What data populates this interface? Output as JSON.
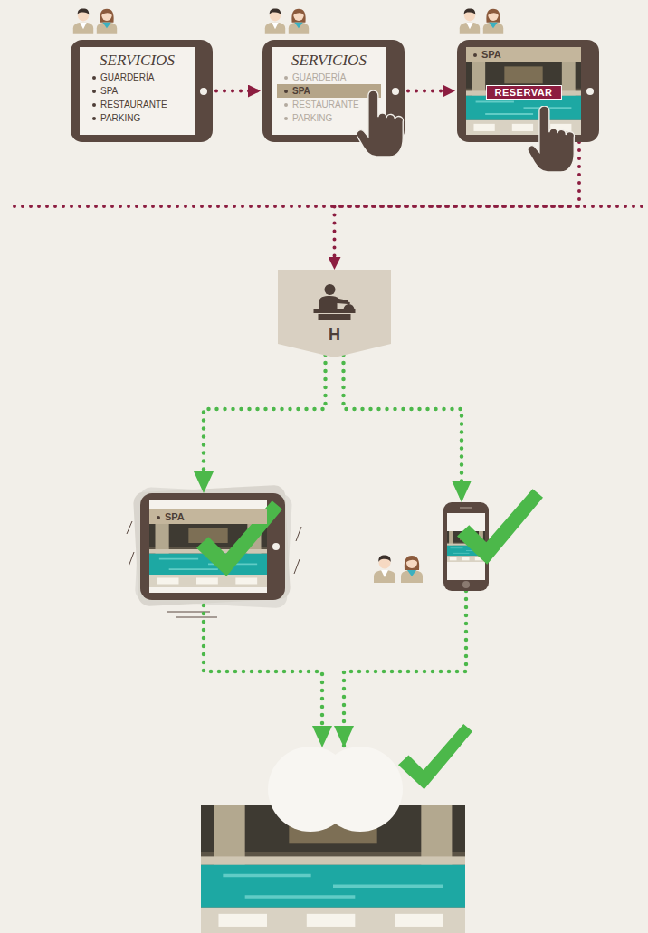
{
  "diagram": {
    "nodes": [
      {
        "text": [
          "SERVICIOS",
          "GUARDERÍA",
          "SPA",
          "RESTAURANTE",
          "PARKING"
        ]
      },
      {
        "text": [
          "SERVICIOS",
          "GUARDERÍA",
          "SPA",
          "RESTAURANTE",
          "PARKING"
        ]
      },
      {
        "text": [
          "SPA",
          "RESERVAR"
        ]
      },
      {
        "text": [
          "H"
        ]
      },
      {
        "text": [
          "SPA"
        ]
      },
      {
        "text": []
      },
      {
        "text": []
      }
    ],
    "edges": [
      {
        "from": 0,
        "to": 1,
        "arrow": "to"
      },
      {
        "from": 1,
        "to": 2,
        "arrow": "to"
      },
      {
        "from": 2,
        "to": 3,
        "arrow": "to"
      },
      {
        "from": 3,
        "to": 4,
        "arrow": "to"
      },
      {
        "from": 3,
        "to": 5,
        "arrow": "to"
      },
      {
        "from": 4,
        "to": 6,
        "arrow": "to"
      },
      {
        "from": 5,
        "to": 6,
        "arrow": "to"
      }
    ]
  }
}
